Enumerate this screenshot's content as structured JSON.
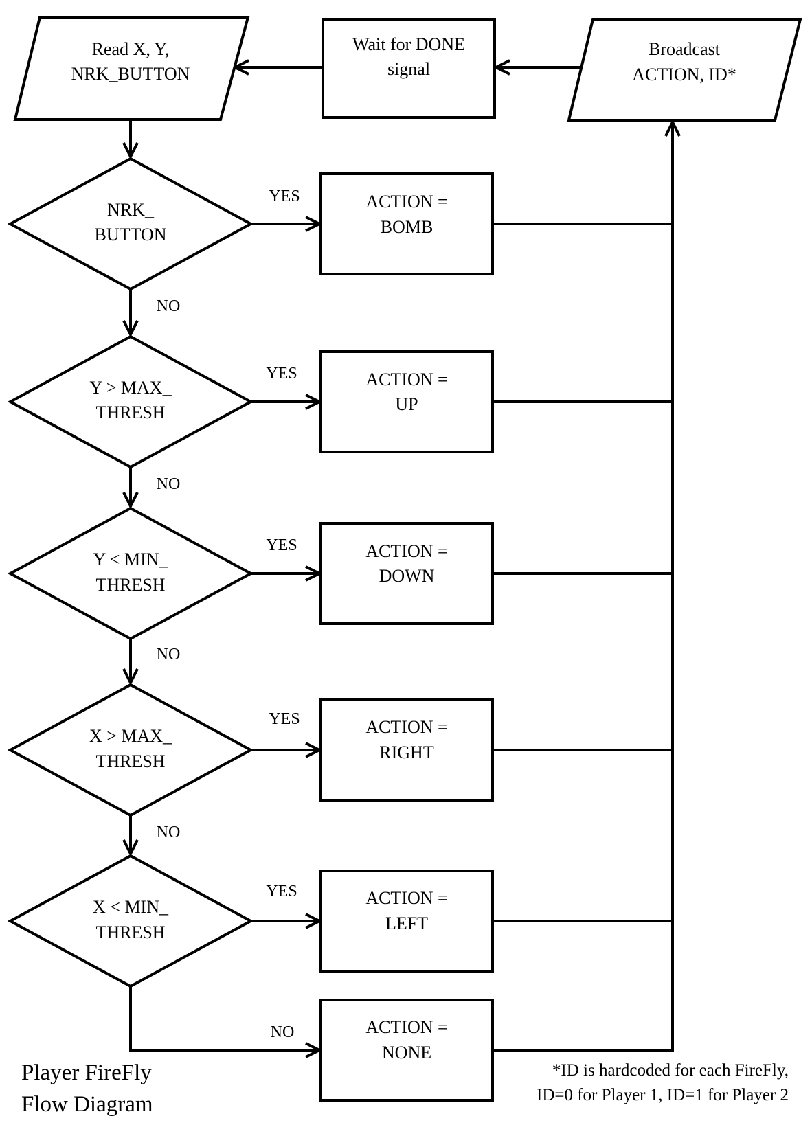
{
  "diagram": {
    "io_read": [
      "Read X, Y,",
      "NRK_BUTTON"
    ],
    "wait_done": [
      "Wait for DONE",
      "signal"
    ],
    "broadcast": [
      "Broadcast",
      "ACTION, ID*"
    ],
    "decisions": [
      [
        "NRK_",
        "BUTTON"
      ],
      [
        "Y > MAX_",
        "THRESH"
      ],
      [
        "Y < MIN_",
        "THRESH"
      ],
      [
        "X > MAX_",
        "THRESH"
      ],
      [
        "X < MIN_",
        "THRESH"
      ]
    ],
    "actions": [
      [
        "ACTION =",
        "BOMB"
      ],
      [
        "ACTION =",
        "UP"
      ],
      [
        "ACTION =",
        "DOWN"
      ],
      [
        "ACTION =",
        "RIGHT"
      ],
      [
        "ACTION =",
        "LEFT"
      ],
      [
        "ACTION =",
        "NONE"
      ]
    ],
    "yes_label": "YES",
    "no_label": "NO",
    "title": [
      "Player FireFly",
      "Flow Diagram"
    ],
    "footnote": [
      "*ID is hardcoded for each FireFly,",
      "ID=0 for Player 1, ID=1 for Player 2"
    ]
  }
}
